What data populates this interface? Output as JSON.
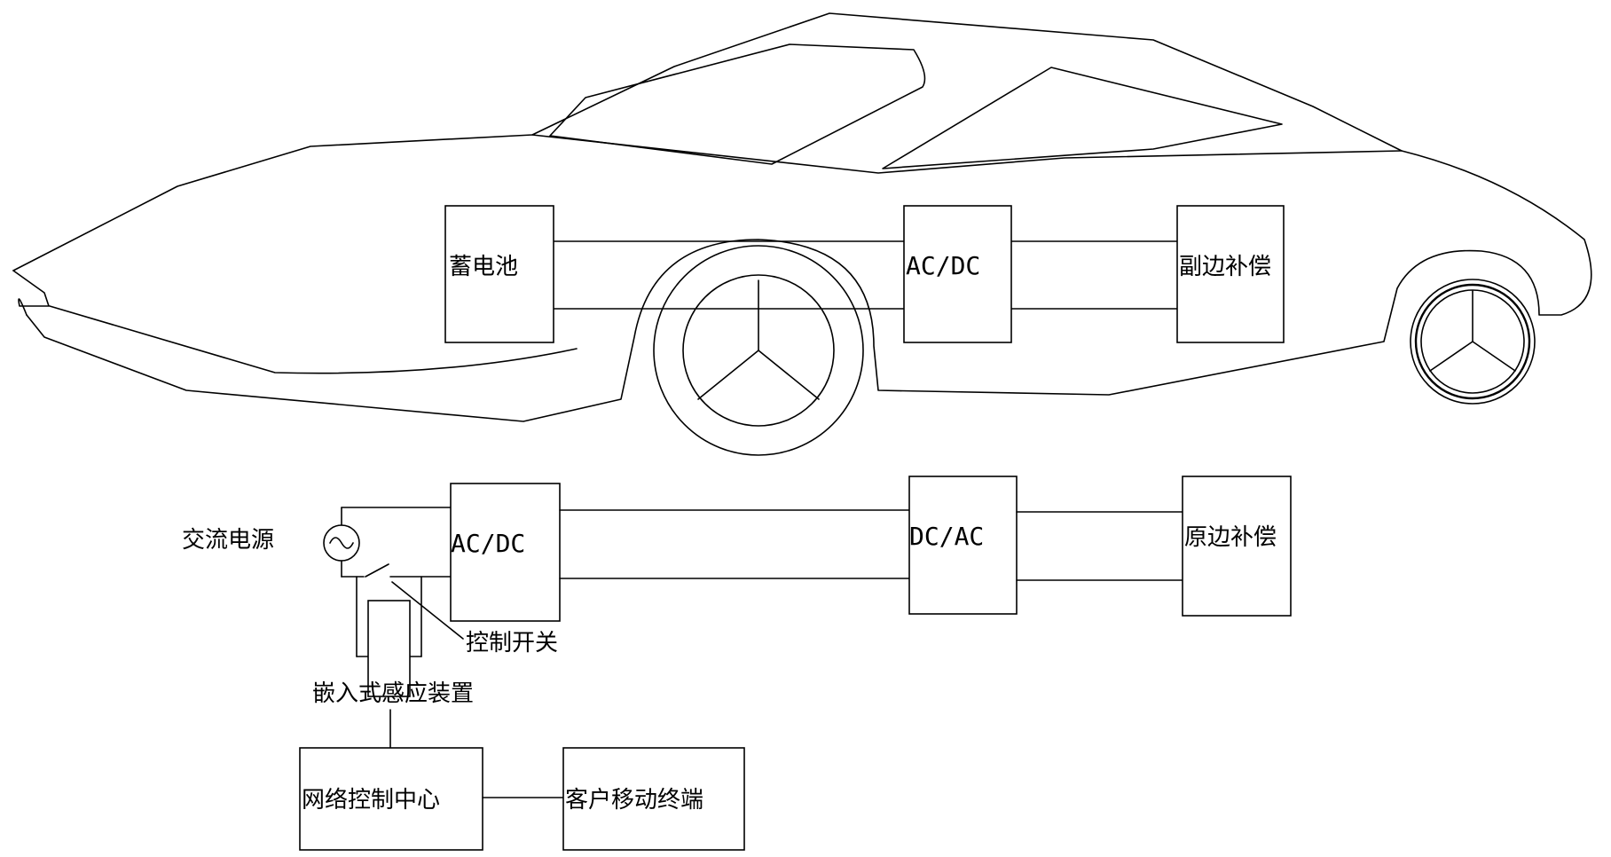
{
  "vehicle": {
    "battery_label": "蓄电池",
    "rectifier_label": "AC/DC",
    "secondary_comp_label": "副边补偿"
  },
  "ground": {
    "ac_source_label": "交流电源",
    "rectifier_label": "AC/DC",
    "inverter_label": "DC/AC",
    "primary_comp_label": "原边补偿",
    "control_switch_label": "控制开关",
    "sensor_label": "嵌入式感应装置",
    "network_center_label": "网络控制中心",
    "mobile_terminal_label": "客户移动终端"
  }
}
